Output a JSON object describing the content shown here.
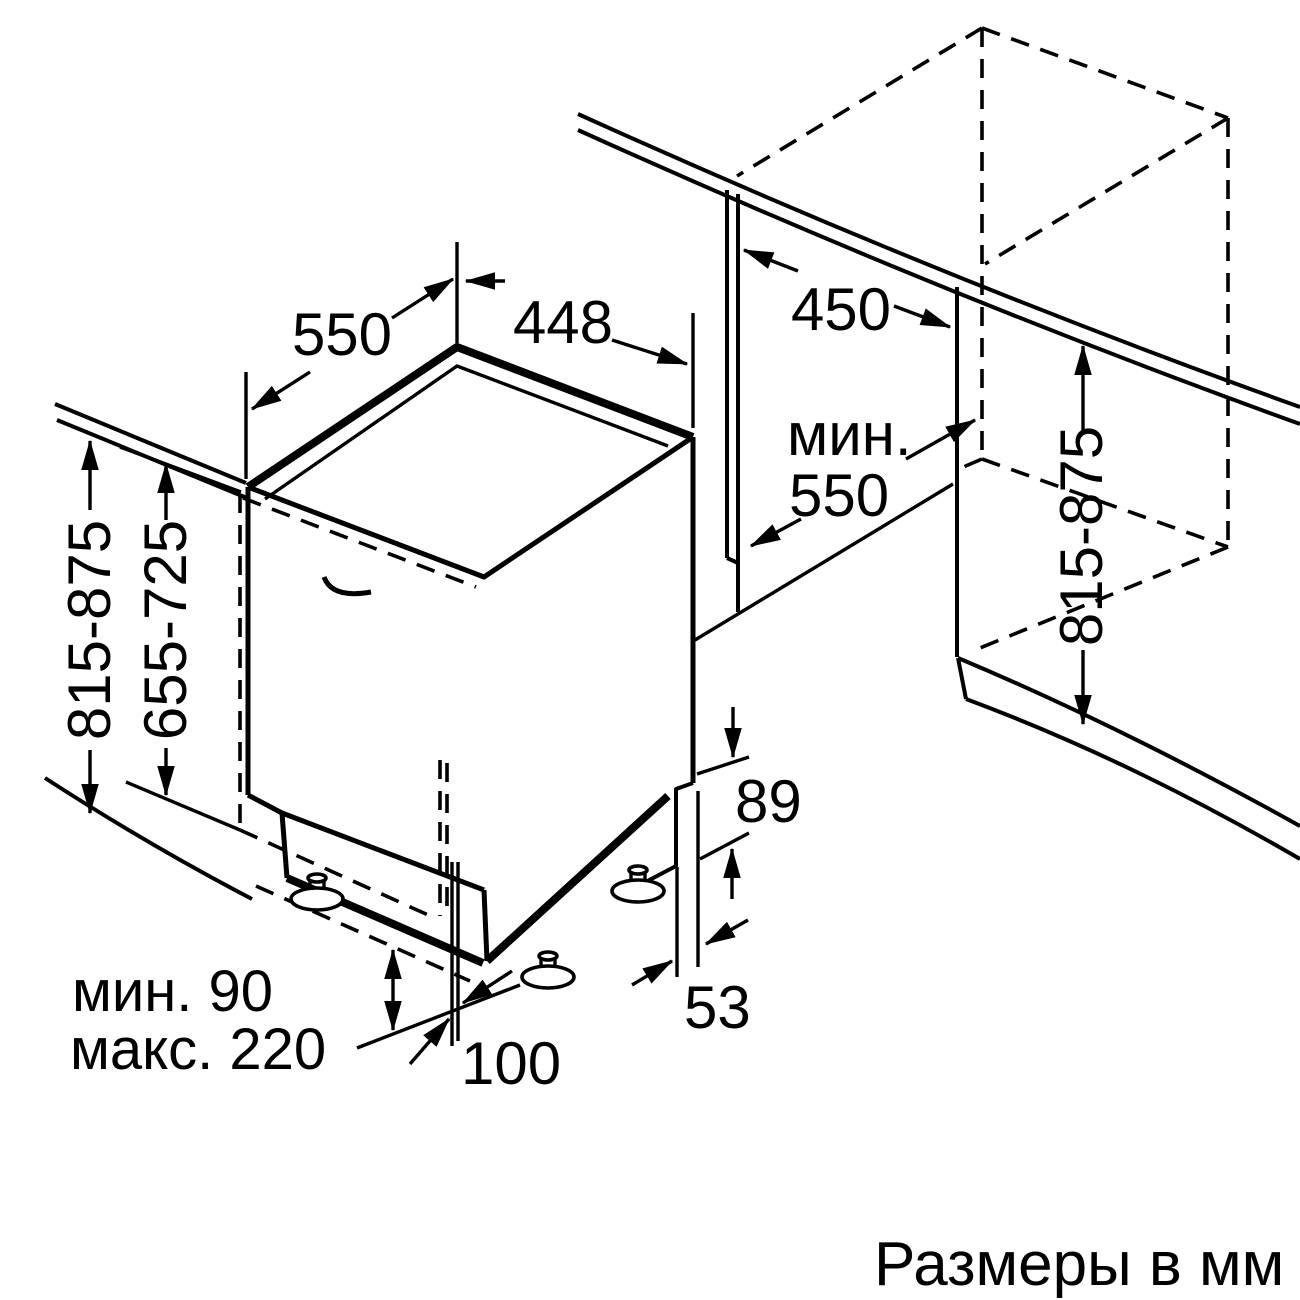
{
  "figure": {
    "type": "installation-dimension-diagram",
    "subject": "built-in dishwasher niche installation",
    "units": "mm",
    "colors": {
      "line": "#000000",
      "background": "#ffffff"
    },
    "caption": "Размеры в мм"
  },
  "labels": {
    "depth550": "550",
    "width448": "448",
    "nicheWidth450": "450",
    "nicheMinWord": "мин.",
    "nicheMinValue": "550",
    "heightLeft": "815-875",
    "panelHeight": "655-725",
    "heightRight": "815-875",
    "rear89": "89",
    "side53": "53",
    "plinth100": "100",
    "plinthMin90": "мин. 90",
    "plinthMax220": "макс. 220"
  }
}
